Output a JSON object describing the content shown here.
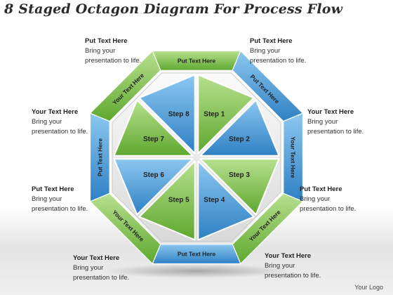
{
  "title": "8 Staged Octagon Diagram For Process Flow",
  "rim_labels": [
    "Put Text Here",
    "Your Text Here",
    "Your Text Here",
    "Put Text Here",
    "Your Text Here",
    "Put Text Here",
    "Your Text Here",
    "Put Text Here",
    "Your Text Here"
  ],
  "steps": [
    "Step 1",
    "Step 2",
    "Step 3",
    "Step 4",
    "Step 5",
    "Step 6",
    "Step 7",
    "Step 8"
  ],
  "callouts": [
    {
      "heading": "Put Text Here",
      "line1": "Bring your",
      "line2": "presentation to life."
    },
    {
      "heading": "Put Text Here",
      "line1": "Bring your",
      "line2": "presentation to life."
    },
    {
      "heading": "Your Text Here",
      "line1": "Bring your",
      "line2": "presentation to life."
    },
    {
      "heading": "Your Text Here",
      "line1": "Bring your",
      "line2": "presentation to life."
    },
    {
      "heading": "Put Text Here",
      "line1": "Bring your",
      "line2": "presentation to life."
    },
    {
      "heading": "Put Text Here",
      "line1": "Bring your",
      "line2": "presentation to life."
    },
    {
      "heading": "Your Text Here",
      "line1": "Bring your",
      "line2": "presentation to life."
    },
    {
      "heading": "Your Text Here",
      "line1": "Bring your",
      "line2": "presentation to life."
    }
  ],
  "logo": "Your Logo",
  "colors": {
    "green": "#7cc34a",
    "blue": "#3d95d8",
    "green_light": "#c4e5a6",
    "blue_light": "#a9d4f2"
  }
}
